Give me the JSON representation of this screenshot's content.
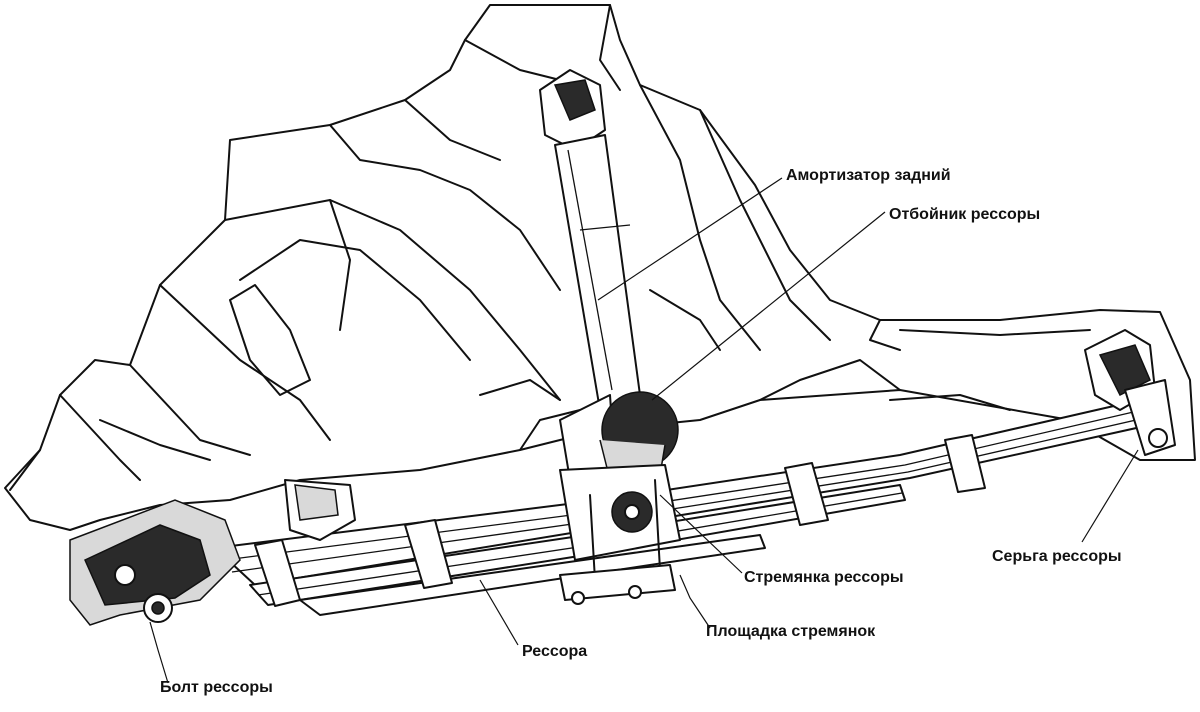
{
  "labels": {
    "shock_absorber": "Амортизатор задний",
    "bump_stop": "Отбойник рессоры",
    "spring_shackle": "Серьга рессоры",
    "u_bolt": "Стремянка рессоры",
    "u_bolt_plate": "Площадка стремянок",
    "leaf_spring": "Рессора",
    "spring_bolt": "Болт рессоры"
  }
}
